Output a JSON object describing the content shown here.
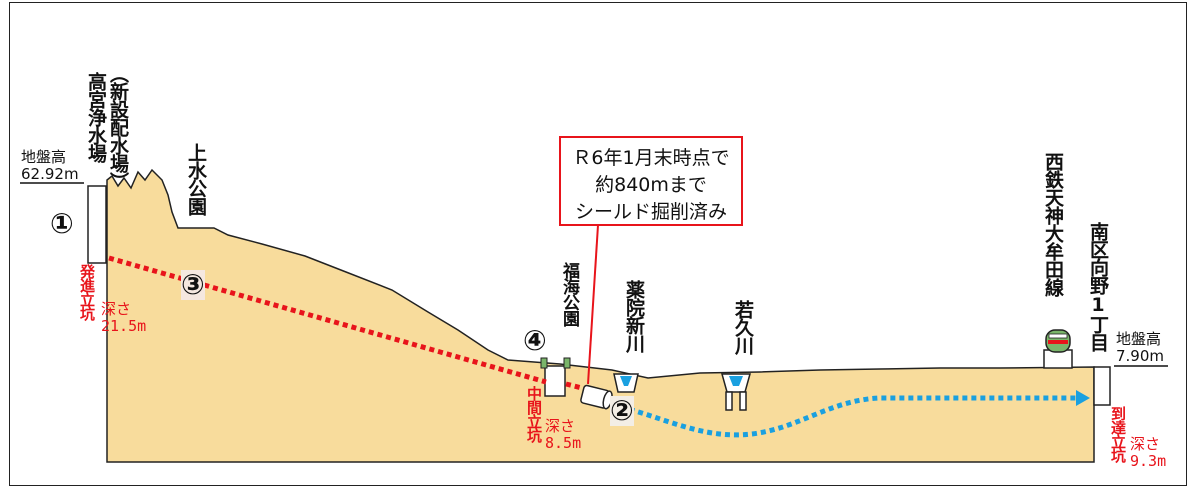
{
  "labels": {
    "plant_paren": "（新設配水場）",
    "plant_name": "高宮浄水場",
    "joshui_park": "上水公園",
    "fukumi_park": "福海公園",
    "yakuin_river": "薬院新川",
    "waku_river": "若久川",
    "nishitetsu": "西鉄天神大牟田線",
    "minami_ku": "南区向野1丁目"
  },
  "ground_left": {
    "label": "地盤高",
    "value": "62.92m"
  },
  "ground_right": {
    "label": "地盤高",
    "value": "7.90m"
  },
  "shafts": {
    "start": {
      "label": "発進立坑",
      "depth_label": "深さ",
      "depth_value": "21.5m"
    },
    "middle": {
      "label": "中間立坑",
      "depth_label": "深さ",
      "depth_value": "8.5m"
    },
    "end": {
      "label": "到達立坑",
      "depth_label": "深さ",
      "depth_value": "9.3m"
    }
  },
  "markers": {
    "m1": "①",
    "m2": "②",
    "m3": "③",
    "m4": "④"
  },
  "callout": {
    "line1": "Ｒ6年1月末時点で",
    "line2": "約840mまで",
    "line3": "シールド掘削済み"
  },
  "colors": {
    "soil": "#f8dc9c",
    "completed_route": "#e8141b",
    "planned_route": "#1aa0e0",
    "callout_border": "#e8141b",
    "shaft_label": "#e8141b",
    "structure_green": "#7ab56a"
  }
}
